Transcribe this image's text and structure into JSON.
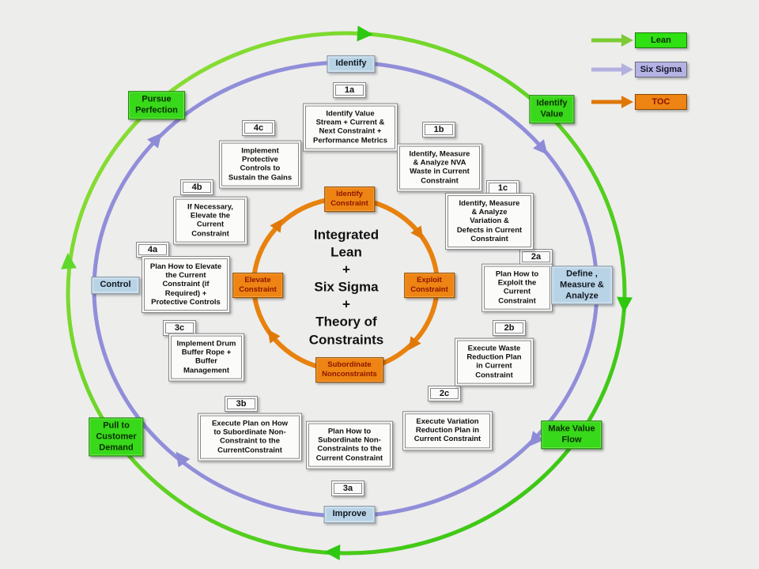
{
  "title": "Integrated Lean + Six Sigma + Theory of Constraints cycle diagram",
  "colors": {
    "background": "#ededec",
    "lean_green": "#38d81a",
    "six_sigma_purple": "#918ed9",
    "toc_orange": "#e8820e",
    "box_background": "#fbfbfa",
    "six_sigma_label_blue": "#b9d3e6"
  },
  "legend": [
    {
      "label": "Lean",
      "color": "#2fe012"
    },
    {
      "label": "Six Sigma",
      "color": "#b5b2e4"
    },
    {
      "label": "TOC",
      "color": "#ee8413"
    }
  ],
  "center": {
    "text": "Integrated\nLean\n+\nSix Sigma\n+\nTheory of\nConstraints"
  },
  "lean_phases": [
    {
      "label": "Pursue\nPerfection"
    },
    {
      "label": "Identify\nValue"
    },
    {
      "label": "Make Value\nFlow"
    },
    {
      "label": "Pull to\nCustomer\nDemand"
    }
  ],
  "six_sigma_phases": [
    {
      "label": "Identify"
    },
    {
      "label": "Define ,\nMeasure &\nAnalyze"
    },
    {
      "label": "Improve"
    },
    {
      "label": "Control"
    }
  ],
  "toc_phases": [
    {
      "label": "Identify\nConstraint"
    },
    {
      "label": "Exploit\nConstraint"
    },
    {
      "label": "Subordinate\nNonconstraints"
    },
    {
      "label": "Elevate\nConstraint"
    }
  ],
  "steps": [
    {
      "num": "1a",
      "text": "Identify Value\nStream + Current &\nNext Constraint +\nPerformance Metrics"
    },
    {
      "num": "1b",
      "text": "Identify, Measure\n& Analyze NVA\nWaste in Current\nConstraint"
    },
    {
      "num": "1c",
      "text": "Identify, Measure\n& Analyze\nVariation &\nDefects in Current\nConstraint"
    },
    {
      "num": "2a",
      "text": "Plan How to\nExploit the\nCurrent\nConstraint"
    },
    {
      "num": "2b",
      "text": "Execute Waste\nReduction Plan\nin Current\nConstraint"
    },
    {
      "num": "2c",
      "text": "Execute Variation\nReduction Plan in\nCurrent Constraint"
    },
    {
      "num": "3a",
      "text": "Plan How to\nSubordinate Non-\nConstraints to the\nCurrent Constraint"
    },
    {
      "num": "3b",
      "text": "Execute Plan on How\nto Subordinate Non-\nConstraint to the\nCurrentConstraint"
    },
    {
      "num": "3c",
      "text": "Implement Drum\nBuffer Rope +\nBuffer\nManagement"
    },
    {
      "num": "4a",
      "text": "Plan How to Elevate\nthe Current\nConstraint (if\nRequired) +\nProtective Controls"
    },
    {
      "num": "4b",
      "text": "If Necessary,\nElevate the\nCurrent\nConstraint"
    },
    {
      "num": "4c",
      "text": "Implement\nProtective\nControls to\nSustain the Gains"
    }
  ]
}
